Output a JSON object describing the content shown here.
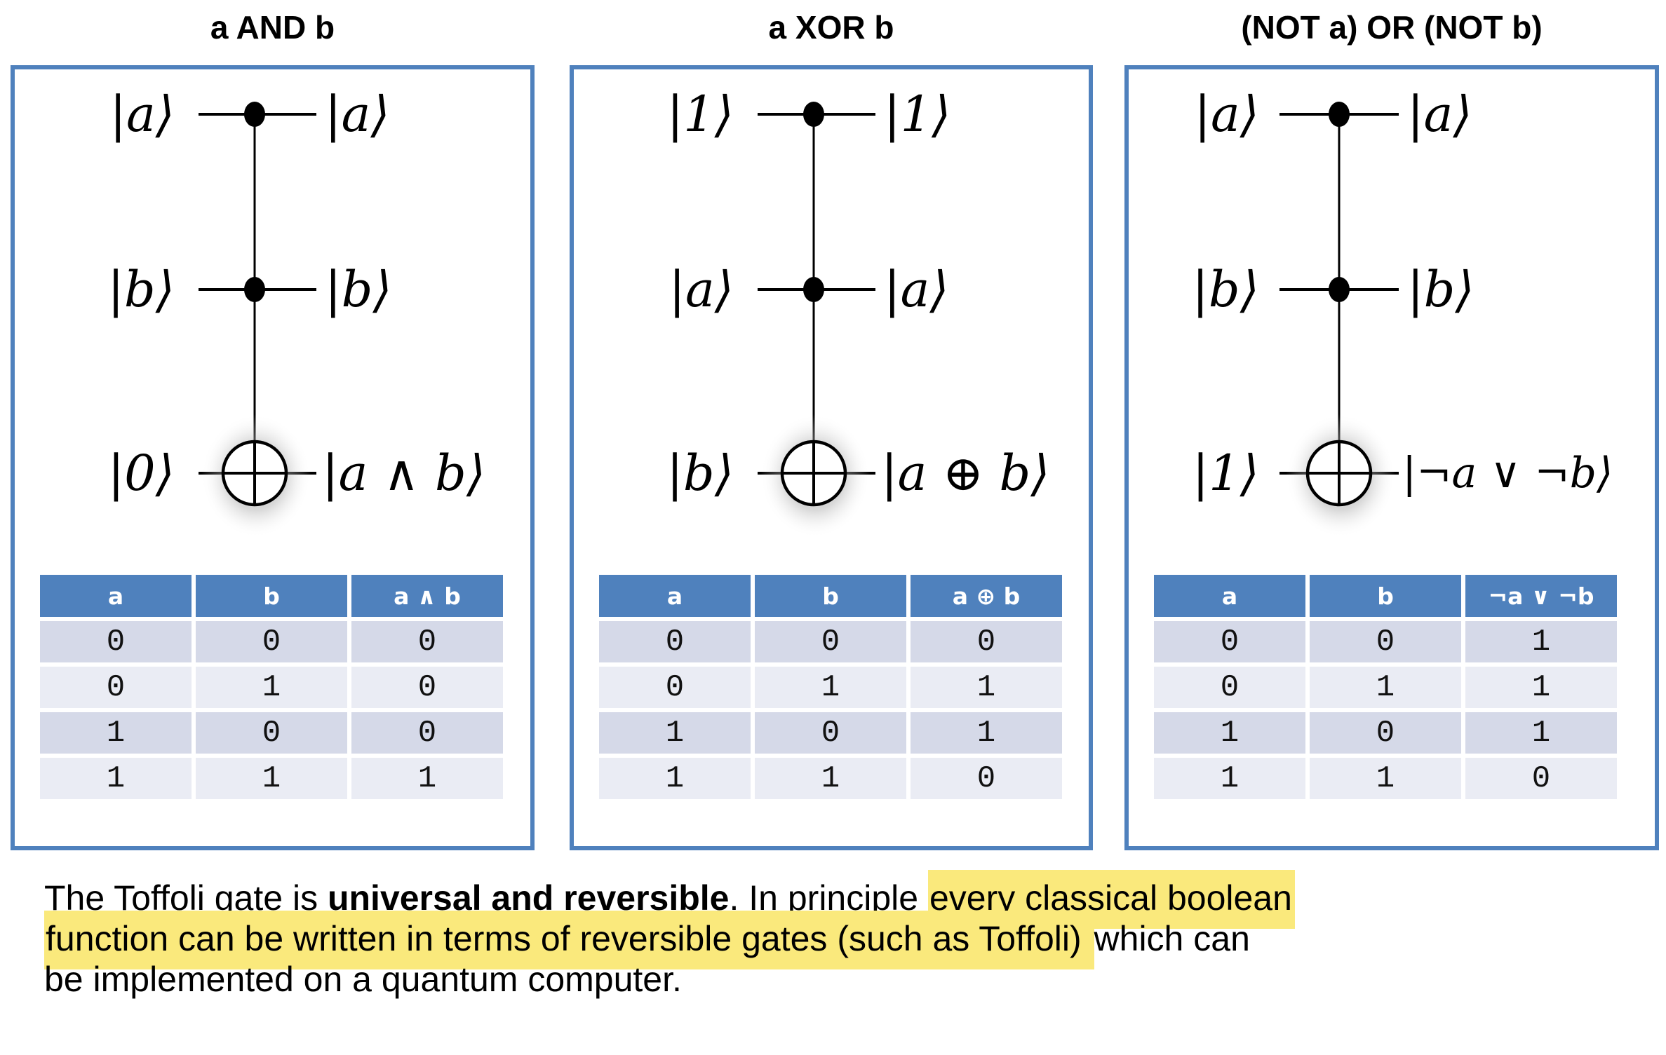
{
  "panels": [
    {
      "title": "a AND b",
      "circuit": {
        "wires": [
          {
            "left": "|a⟩",
            "right": "|a⟩"
          },
          {
            "left": "|b⟩",
            "right": "|b⟩"
          },
          {
            "left": "|0⟩",
            "right": "|a ∧ b⟩"
          }
        ],
        "gate": "toffoli"
      },
      "table": {
        "headers": [
          "a",
          "b",
          "a ∧ b"
        ],
        "rows": [
          [
            "0",
            "0",
            "0"
          ],
          [
            "0",
            "1",
            "0"
          ],
          [
            "1",
            "0",
            "0"
          ],
          [
            "1",
            "1",
            "1"
          ]
        ]
      }
    },
    {
      "title": "a XOR b",
      "circuit": {
        "wires": [
          {
            "left": "|1⟩",
            "right": "|1⟩"
          },
          {
            "left": "|a⟩",
            "right": "|a⟩"
          },
          {
            "left": "|b⟩",
            "right": "|a ⊕ b⟩"
          }
        ],
        "gate": "toffoli"
      },
      "table": {
        "headers": [
          "a",
          "b",
          "a ⊕ b"
        ],
        "rows": [
          [
            "0",
            "0",
            "0"
          ],
          [
            "0",
            "1",
            "1"
          ],
          [
            "1",
            "0",
            "1"
          ],
          [
            "1",
            "1",
            "0"
          ]
        ]
      }
    },
    {
      "title": "(NOT a) OR (NOT b)",
      "circuit": {
        "wires": [
          {
            "left": "|a⟩",
            "right": "|a⟩"
          },
          {
            "left": "|b⟩",
            "right": "|b⟩"
          },
          {
            "left": "|1⟩",
            "right": "|¬a ∨ ¬b⟩"
          }
        ],
        "gate": "toffoli"
      },
      "table": {
        "headers": [
          "a",
          "b",
          "¬a ∨ ¬b"
        ],
        "rows": [
          [
            "0",
            "0",
            "1"
          ],
          [
            "0",
            "1",
            "1"
          ],
          [
            "1",
            "0",
            "1"
          ],
          [
            "1",
            "1",
            "0"
          ]
        ]
      }
    }
  ],
  "footer": {
    "segments": [
      {
        "text": "The Toffoli gate is ",
        "style": "plain"
      },
      {
        "text": "universal and reversible",
        "style": "bold"
      },
      {
        "text": ". In principle ",
        "style": "plain"
      },
      {
        "text": "every classical boolean",
        "style": "highlight"
      },
      {
        "text": "function can be written in terms of reversible gates (such as Toffoli) ",
        "style": "highlight"
      },
      {
        "text": "which can",
        "style": "plain"
      },
      {
        "text": "be implemented on a quantum computer.",
        "style": "plain"
      }
    ]
  },
  "colors": {
    "panel_border": "#4f81bd",
    "table_header_bg": "#4f81bd",
    "table_row_odd": "#d5d9e8",
    "table_row_even": "#eaecf4",
    "highlight": "#fae97c",
    "ink": "#000000"
  }
}
